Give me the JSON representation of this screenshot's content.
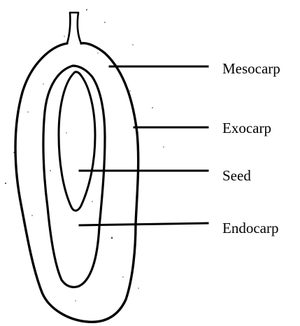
{
  "diagram": {
    "labels": {
      "mesocarp": "Mesocarp",
      "exocarp": "Exocarp",
      "seed": "Seed",
      "endocarp": "Endocarp"
    },
    "colors": {
      "ink": "#000000",
      "paper": "#ffffff"
    }
  }
}
